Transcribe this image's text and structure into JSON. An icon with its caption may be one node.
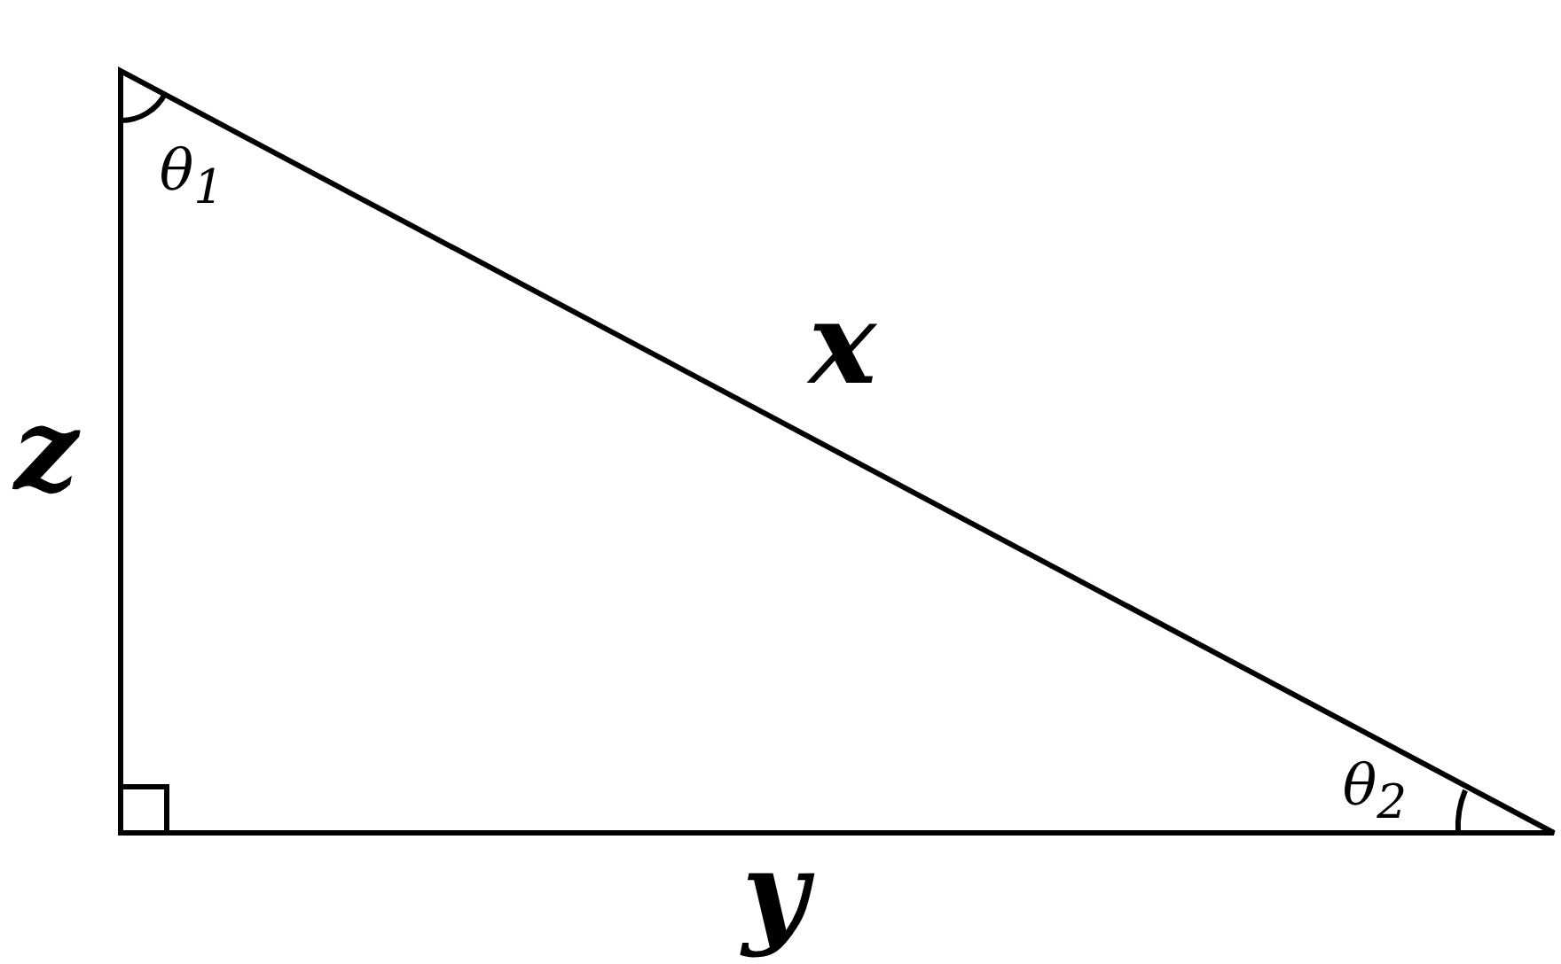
{
  "diagram": {
    "labels": [
      "θ$_{1}$",
      "x",
      "z",
      "θ$_{2}$",
      "y"
    ]
  }
}
